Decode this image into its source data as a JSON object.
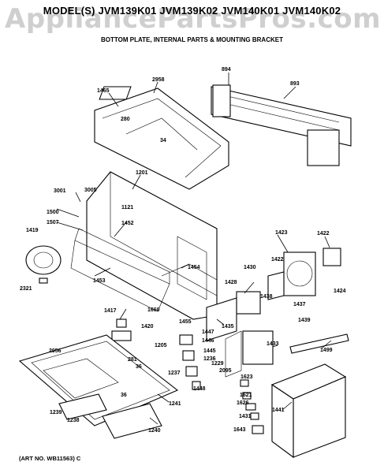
{
  "watermark": "AppliancePartsPros.com",
  "header": {
    "models": "MODEL(S) JVM139K01  JVM139K02  JVM140K01  JVM140K02",
    "subtitle": "BOTTOM PLATE, INTERNAL PARTS & MOUNTING BRACKET"
  },
  "footer": {
    "art_no": "(ART NO. WB11563) C"
  },
  "labels": {
    "l1465": "1465",
    "l2958": "2958",
    "l894": "894",
    "l893": "893",
    "l280": "280",
    "l34": "34",
    "l1201": "1201",
    "l3001": "3001",
    "l3005": "3005",
    "l1121": "1121",
    "l1500": "1500",
    "l1507": "1507",
    "l1452": "1452",
    "l1419": "1419",
    "l1423": "1423",
    "l1422a": "1422",
    "l1422b": "1422",
    "l1430": "1430",
    "l1428": "1428",
    "l1454": "1454",
    "l1453": "1453",
    "l2321": "2321",
    "l1424": "1424",
    "l1438": "1438",
    "l1437": "1437",
    "l1439": "1439",
    "l1660": "1660",
    "l1417": "1417",
    "l1420": "1420",
    "l1455": "1455",
    "l1435": "1435",
    "l1447": "1447",
    "l1446": "1446",
    "l1205": "1205",
    "l1445": "1445",
    "l1236": "1236",
    "l1229": "1229",
    "l1433": "1433",
    "l1499": "1499",
    "l2095": "2095",
    "l1237": "1237",
    "l2956": "2956",
    "l281": "281",
    "l36a": "36",
    "l36b": "36",
    "l1448": "1448",
    "l1623": "1623",
    "l1621": "1621",
    "l1626": "1626",
    "l1441": "1441",
    "l1239": "1239",
    "l1238": "1238",
    "l1241": "1241",
    "l1431": "1431",
    "l1240": "1240",
    "l1643": "1643"
  }
}
